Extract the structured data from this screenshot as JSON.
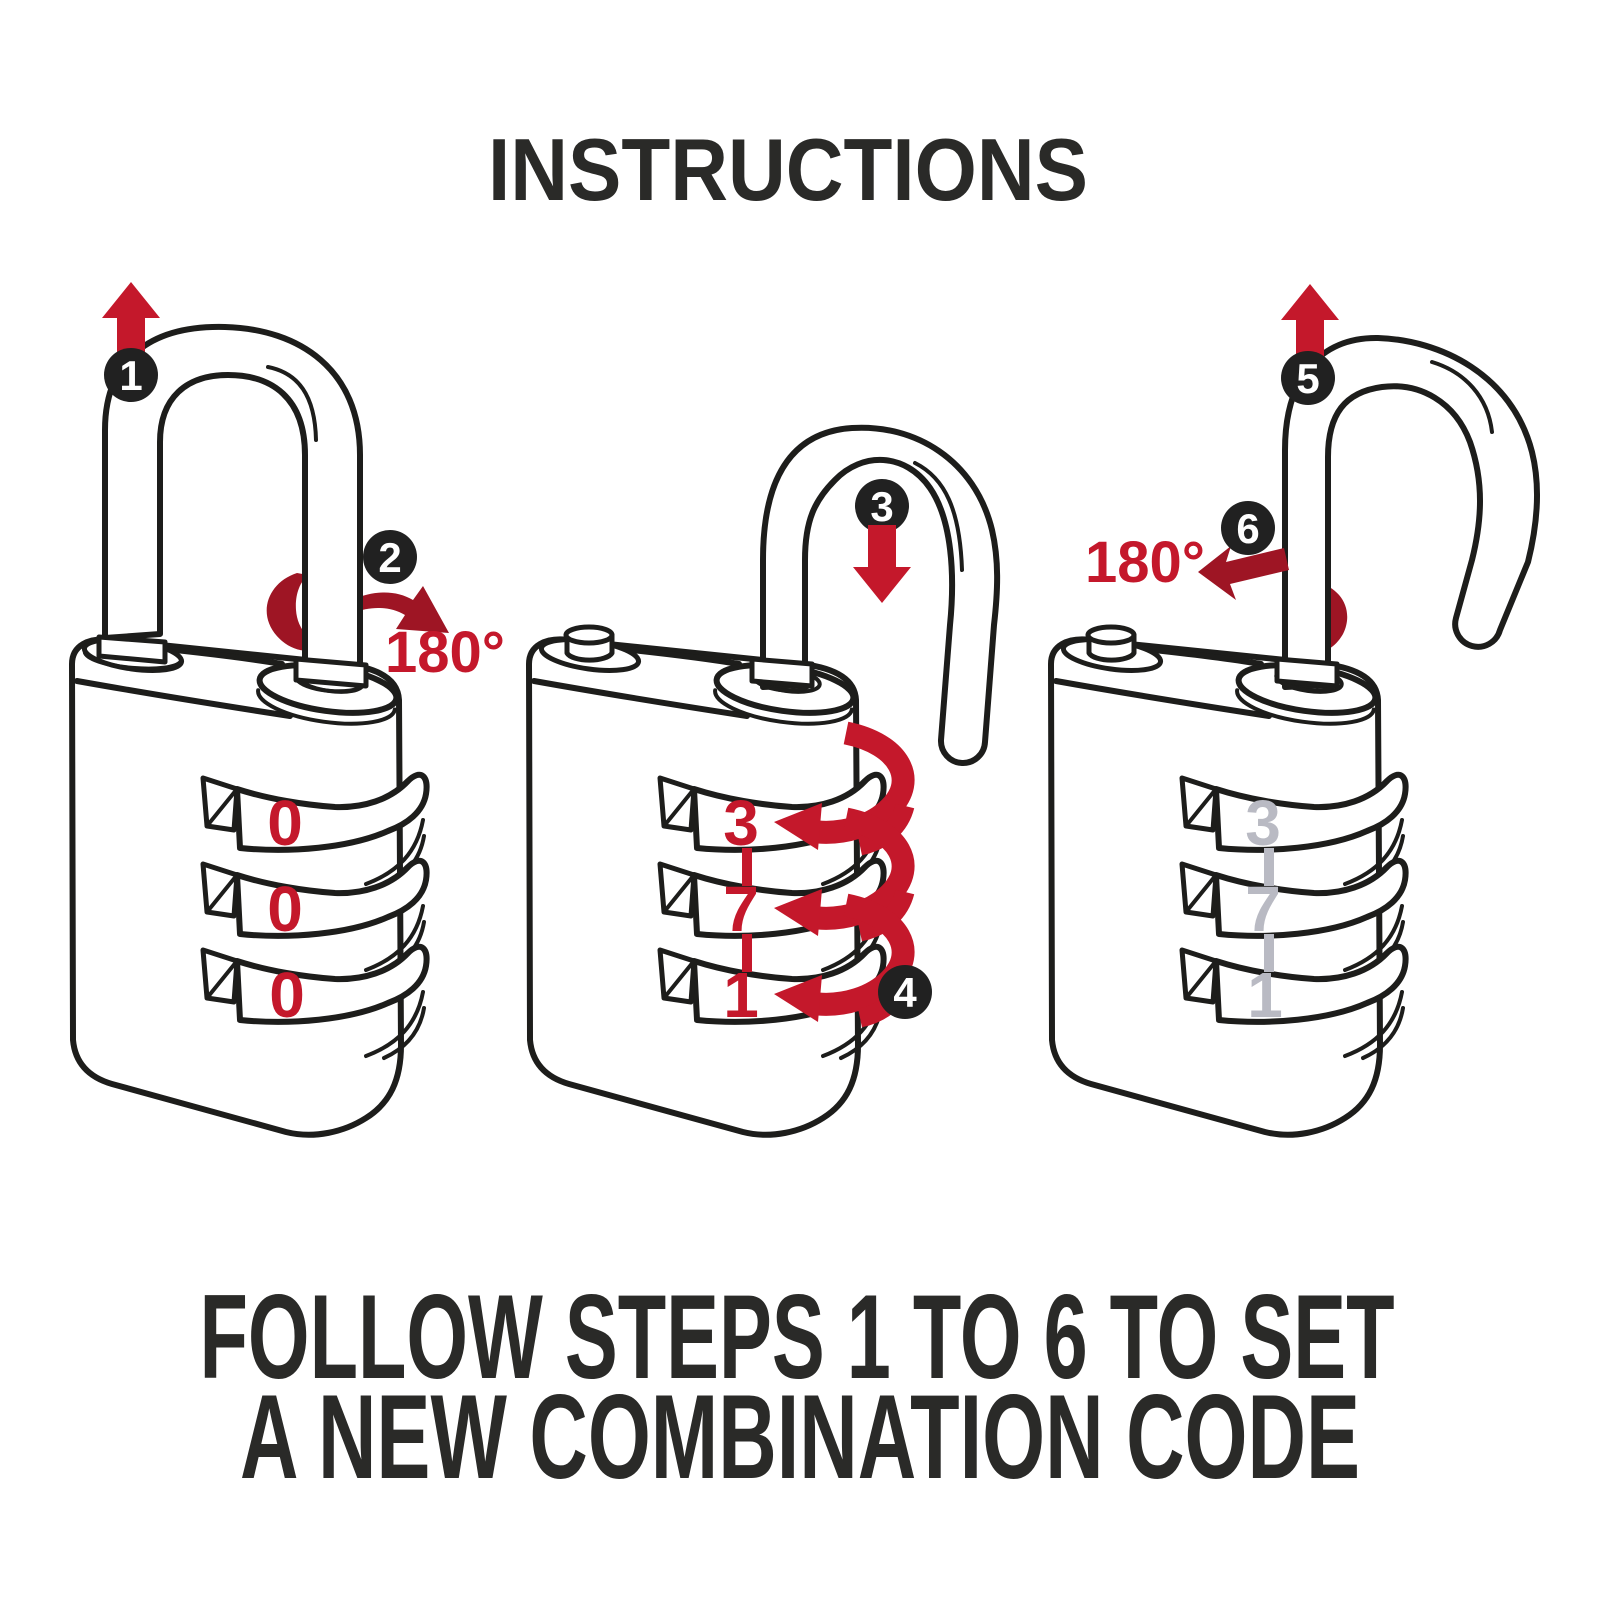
{
  "title": "INSTRUCTIONS",
  "footer": {
    "line1": "FOLLOW STEPS 1 TO 6 TO SET",
    "line2": "A NEW COMBINATION CODE"
  },
  "badges": {
    "b1": "1",
    "b2": "2",
    "b3": "3",
    "b4": "4",
    "b5": "5",
    "b6": "6"
  },
  "rotation": {
    "left": "180°",
    "right": "180°"
  },
  "locks": {
    "first": {
      "dials": [
        "0",
        "0",
        "0"
      ],
      "dial_color": "red",
      "shackle": "closed"
    },
    "second": {
      "dials": [
        "3",
        "7",
        "1"
      ],
      "dial_color": "red",
      "shackle": "open"
    },
    "third": {
      "dials": [
        "3",
        "7",
        "1"
      ],
      "dial_color": "gray",
      "shackle": "open-lifted"
    }
  },
  "colors": {
    "red": "#c4182b",
    "dark_red": "#9e1524",
    "ink": "#1d1d1b",
    "badge_bg": "#212121",
    "badge_text": "#ffffff",
    "gray_digit": "#b9bac3",
    "heading_text": "#2a2a28",
    "background": "#ffffff"
  }
}
